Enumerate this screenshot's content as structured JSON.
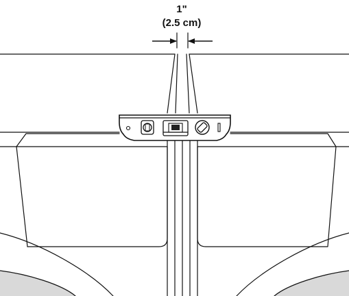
{
  "dimension": {
    "value_label": "1\"",
    "metric_label": "(2.5 cm)"
  },
  "colors": {
    "line": "#111111",
    "shade": "#d9d9d9",
    "background": "#ffffff"
  },
  "icons": [
    "level-tool",
    "bubble-vial-icon",
    "arrow-right-icon",
    "arrow-left-icon"
  ]
}
